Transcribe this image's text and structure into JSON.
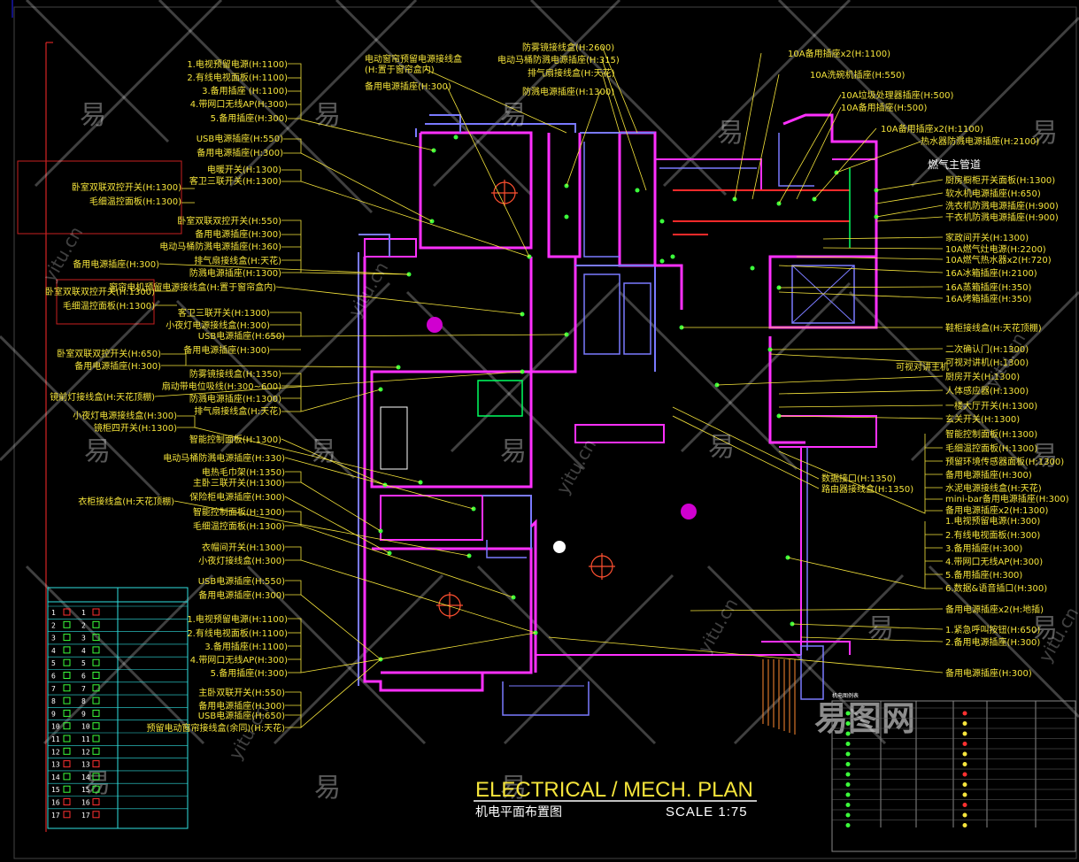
{
  "title": {
    "main": "ELECTRICAL / MECH. PLAN",
    "sub": "机电平面布置图",
    "scale": "SCALE 1:75"
  },
  "gas_label": "燃气主管道",
  "watermark": {
    "char": "易",
    "url": "yitu.cn",
    "brand": "易图网"
  },
  "legend_title": "机电图例表",
  "left_labels": [
    "1.电视预留电源(H:1100)",
    "2.有线电视面板(H:1100)",
    "3.备用插座 (H:1100)",
    "4.带网口无线AP(H:300)",
    "5.备用插座(H:300)",
    "USB电源插座(H:550)",
    "备用电源插座(H:300)",
    "卧室双联双控开关(H:1300)",
    "毛细温控面板(H:1300)",
    "电暖开关(H:1300)",
    "客卫三联开关(H:1300)",
    "卧室双联双控开关(H:550)",
    "备用电源插座(H:300)",
    "电动马桶防溅电源插座(H:360)",
    "排气扇接线盒(H:天花)",
    "防溅电源插座(H:1300)",
    "备用电源插座(H:300)",
    "卧室双联双控开关(H:1300)",
    "毛细温控面板(H:1300)",
    "窗帘电机预留电源接线盒(H:置于窗帘盒内)",
    "客卫三联开关(H:1300)",
    "小夜灯电源接线盒(H:300)",
    "USB电源插座(H:650)",
    "备用电源插座(H:300)",
    "卧室双联双控开关(H:650)",
    "备用电源插座(H:300)",
    "防雾镜接线盒(H:1350)",
    "扇动带电位吸线(H:300~600)",
    "防溅电源插座(H:1300)",
    "排气扇接线盒(H:天花)",
    "镜前灯接线盒(H:天花顶棚)",
    "小夜灯电源接线盒(H:300)",
    "镜柜四开关(H:1300)",
    "智能控制面板(H:1300)",
    "电动马桶防溅电源插座(H:330)",
    "电热毛巾架(H:1350)",
    "主卧三联开关(H:1300)",
    "衣柜接线盒(H:天花顶棚)",
    "保险柜电源插座(H:300)",
    "智能控制面板(H:1300)",
    "毛细温控面板(H:1300)",
    "衣帽间开关(H:1300)",
    "小夜灯接线盒(H:300)",
    "USB电源插座(H:550)",
    "备用电源插座(H:300)",
    "1.电视预留电源(H:1100)",
    "2.有线电视面板(H:1100)",
    "3.备用插座(H:1100)",
    "4.带网口无线AP(H:300)",
    "5.备用插座(H:300)",
    "主卧双联开关(H:550)",
    "备用电源插座(H:300)",
    "USB电源插座(H:650)",
    "预留电动窗帘接线盒(余同)(H:天花)"
  ],
  "top_labels": [
    "电动窗帘预留电源接线盒",
    "(H:置于窗帘盒内)",
    "备用电源插座(H:300)",
    "防雾镜接线盒(H:2600)",
    "电动马桶防溅电源插座(H:315)",
    "排气扇接线盒(H:天花)",
    "防溅电源插座(H:1300)",
    "10A备用插座x2(H:1100)",
    "10A洗碗机插座(H:550)",
    "10A垃圾处理器插座(H:500)",
    "10A备用插座(H:500)",
    "10A备用插座x2(H:1100)",
    "热水器防溅电源插座(H:2100)"
  ],
  "right_labels": [
    "厨房橱柜开关面板(H:1300)",
    "软水机电源插座(H:650)",
    "洗衣机防溅电源插座(H:900)",
    "干衣机防溅电源插座(H:900)",
    "家政间开关(H:1300)",
    "10A燃气灶电源(H:2200)",
    "10A燃气热水器x2(H:720)",
    "16A冰箱插座(H:2100)",
    "16A蒸箱插座(H:350)",
    "16A烤箱插座(H:350)",
    "鞋柜接线盒(H:天花顶棚)",
    "二次确认门(H:1300)",
    "可视对讲机(H:1300)",
    "厨房开关(H:1300)",
    "人体感应器(H:1300)",
    "一楼大厅开关(H:1300)",
    "玄关开关(H:1300)",
    "智能控制面板(H:1300)",
    "毛细温控面板(H:1300)",
    "预留环境传感器面板(H:1300)",
    "备用电源插座(H:300)",
    "水泥电源接线盒(H:天花)",
    "mini-bar备用电源插座(H:300)",
    "备用电源插座x2(H:1300)",
    "1.电视预留电源(H:300)",
    "2.有线电视面板(H:300)",
    "3.备用插座(H:300)",
    "4.带网口无线AP(H:300)",
    "5.备用插座(H:300)",
    "6.数据&语音插口(H:300)",
    "备用电源插座x2(H:地插)",
    "1.紧急呼叫按钮(H:650)",
    "2.备用电源插座(H:300)",
    "备用电源插座(H:300)"
  ],
  "center_labels": [
    "可视对讲主机",
    "数据接口(H:1350)",
    "路由器接线盒(H:1350)"
  ],
  "legend_rows": [
    "1",
    "2",
    "3",
    "4",
    "5",
    "6",
    "7",
    "8",
    "9",
    "10",
    "11",
    "12",
    "13",
    "14",
    "15",
    "16",
    "17"
  ]
}
